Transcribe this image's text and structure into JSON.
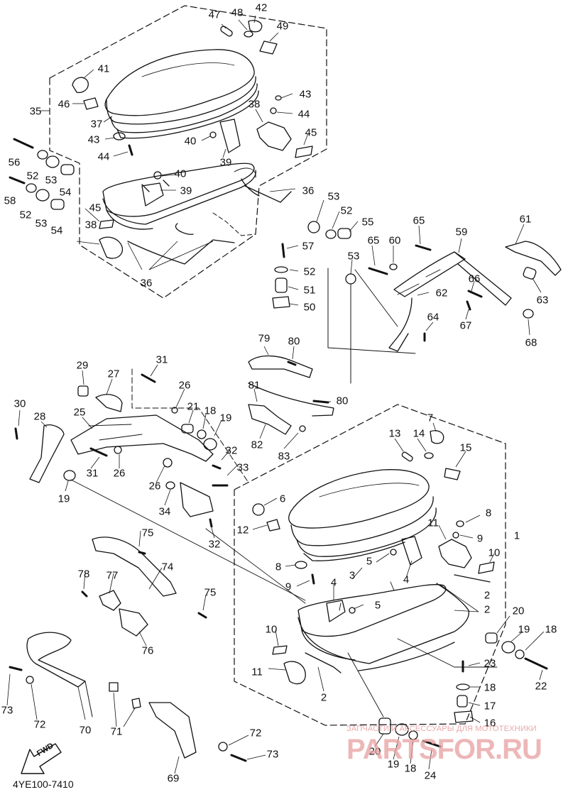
{
  "diagram": {
    "footer_code": "4YE100-7410",
    "fwd_label": "FWD",
    "watermark_small": "ЗАПЧАСТИ И АКСЕССУАРЫ ДЛЯ МОТОТЕХНИКИ",
    "watermark_big": "PARTSFOR.RU"
  },
  "callouts": [
    {
      "id": "c47a",
      "text": "47"
    },
    {
      "id": "c48a",
      "text": "48"
    },
    {
      "id": "c42a",
      "text": "42"
    },
    {
      "id": "c49a",
      "text": "49"
    },
    {
      "id": "c41a",
      "text": "41"
    },
    {
      "id": "c35a",
      "text": "35"
    },
    {
      "id": "c46a",
      "text": "46"
    },
    {
      "id": "c43a",
      "text": "43"
    },
    {
      "id": "c44a",
      "text": "44"
    },
    {
      "id": "c37a",
      "text": "37"
    },
    {
      "id": "c38a",
      "text": "38"
    },
    {
      "id": "c43b",
      "text": "43"
    },
    {
      "id": "c44b",
      "text": "44"
    },
    {
      "id": "c40a",
      "text": "40"
    },
    {
      "id": "c45a",
      "text": "45"
    },
    {
      "id": "c39a",
      "text": "39"
    },
    {
      "id": "c40b",
      "text": "40"
    },
    {
      "id": "c39b",
      "text": "39"
    },
    {
      "id": "c36a",
      "text": "36"
    },
    {
      "id": "c56a",
      "text": "56"
    },
    {
      "id": "c52a",
      "text": "52"
    },
    {
      "id": "c53a",
      "text": "53"
    },
    {
      "id": "c54a",
      "text": "54"
    },
    {
      "id": "c58a",
      "text": "58"
    },
    {
      "id": "c52b",
      "text": "52"
    },
    {
      "id": "c53b",
      "text": "53"
    },
    {
      "id": "c54b",
      "text": "54"
    },
    {
      "id": "c45b",
      "text": "45"
    },
    {
      "id": "c38b",
      "text": "38"
    },
    {
      "id": "c36b",
      "text": "36"
    },
    {
      "id": "c53c",
      "text": "53"
    },
    {
      "id": "c52c",
      "text": "52"
    },
    {
      "id": "c55a",
      "text": "55"
    },
    {
      "id": "c57a",
      "text": "57"
    },
    {
      "id": "c52d",
      "text": "52"
    },
    {
      "id": "c51a",
      "text": "51"
    },
    {
      "id": "c50a",
      "text": "50"
    },
    {
      "id": "c53d",
      "text": "53"
    },
    {
      "id": "c65a",
      "text": "65"
    },
    {
      "id": "c65b",
      "text": "65"
    },
    {
      "id": "c60a",
      "text": "60"
    },
    {
      "id": "c59a",
      "text": "59"
    },
    {
      "id": "c61a",
      "text": "61"
    },
    {
      "id": "c66a",
      "text": "66"
    },
    {
      "id": "c62a",
      "text": "62"
    },
    {
      "id": "c63a",
      "text": "63"
    },
    {
      "id": "c67a",
      "text": "67"
    },
    {
      "id": "c64a",
      "text": "64"
    },
    {
      "id": "c68a",
      "text": "68"
    },
    {
      "id": "c79a",
      "text": "79"
    },
    {
      "id": "c80a",
      "text": "80"
    },
    {
      "id": "c80b",
      "text": "80"
    },
    {
      "id": "c81a",
      "text": "81"
    },
    {
      "id": "c82a",
      "text": "82"
    },
    {
      "id": "c83a",
      "text": "83"
    },
    {
      "id": "c31a",
      "text": "31"
    },
    {
      "id": "c29a",
      "text": "29"
    },
    {
      "id": "c27a",
      "text": "27"
    },
    {
      "id": "c26a",
      "text": "26"
    },
    {
      "id": "c21a",
      "text": "21"
    },
    {
      "id": "c18a",
      "text": "18"
    },
    {
      "id": "c19a",
      "text": "19"
    },
    {
      "id": "c30a",
      "text": "30"
    },
    {
      "id": "c28a",
      "text": "28"
    },
    {
      "id": "c25a",
      "text": "25"
    },
    {
      "id": "c32a",
      "text": "32"
    },
    {
      "id": "c31b",
      "text": "31"
    },
    {
      "id": "c26b",
      "text": "26"
    },
    {
      "id": "c33a",
      "text": "33"
    },
    {
      "id": "c19b",
      "text": "19"
    },
    {
      "id": "c26c",
      "text": "26"
    },
    {
      "id": "c34a",
      "text": "34"
    },
    {
      "id": "c32b",
      "text": "32"
    },
    {
      "id": "c13a",
      "text": "13"
    },
    {
      "id": "c14a",
      "text": "14"
    },
    {
      "id": "c7a",
      "text": "7"
    },
    {
      "id": "c15a",
      "text": "15"
    },
    {
      "id": "c6a",
      "text": "6"
    },
    {
      "id": "c12a",
      "text": "12"
    },
    {
      "id": "c8a",
      "text": "8"
    },
    {
      "id": "c9a",
      "text": "9"
    },
    {
      "id": "c1a",
      "text": "1"
    },
    {
      "id": "c11a",
      "text": "11"
    },
    {
      "id": "c10a",
      "text": "10"
    },
    {
      "id": "c5a",
      "text": "5"
    },
    {
      "id": "c4a",
      "text": "4"
    },
    {
      "id": "c8b",
      "text": "8"
    },
    {
      "id": "c3a",
      "text": "3"
    },
    {
      "id": "c9b",
      "text": "9"
    },
    {
      "id": "c4b",
      "text": "4"
    },
    {
      "id": "c5b",
      "text": "5"
    },
    {
      "id": "c2a",
      "text": "2"
    },
    {
      "id": "c2b",
      "text": "2"
    },
    {
      "id": "c20a",
      "text": "20"
    },
    {
      "id": "c19c",
      "text": "19"
    },
    {
      "id": "c18b",
      "text": "18"
    },
    {
      "id": "c10b",
      "text": "10"
    },
    {
      "id": "c11b",
      "text": "11"
    },
    {
      "id": "c2c",
      "text": "2"
    },
    {
      "id": "c23a",
      "text": "23"
    },
    {
      "id": "c22a",
      "text": "22"
    },
    {
      "id": "c18c",
      "text": "18"
    },
    {
      "id": "c17a",
      "text": "17"
    },
    {
      "id": "c16a",
      "text": "16"
    },
    {
      "id": "c20b",
      "text": "20"
    },
    {
      "id": "c19d",
      "text": "19"
    },
    {
      "id": "c18d",
      "text": "18"
    },
    {
      "id": "c24a",
      "text": "24"
    },
    {
      "id": "c75a",
      "text": "75"
    },
    {
      "id": "c78a",
      "text": "78"
    },
    {
      "id": "c77a",
      "text": "77"
    },
    {
      "id": "c74a",
      "text": "74"
    },
    {
      "id": "c75b",
      "text": "75"
    },
    {
      "id": "c76a",
      "text": "76"
    },
    {
      "id": "c73a",
      "text": "73"
    },
    {
      "id": "c72a",
      "text": "72"
    },
    {
      "id": "c70a",
      "text": "70"
    },
    {
      "id": "c71a",
      "text": "71"
    },
    {
      "id": "c72b",
      "text": "72"
    },
    {
      "id": "c73b",
      "text": "73"
    },
    {
      "id": "c69a",
      "text": "69"
    }
  ]
}
